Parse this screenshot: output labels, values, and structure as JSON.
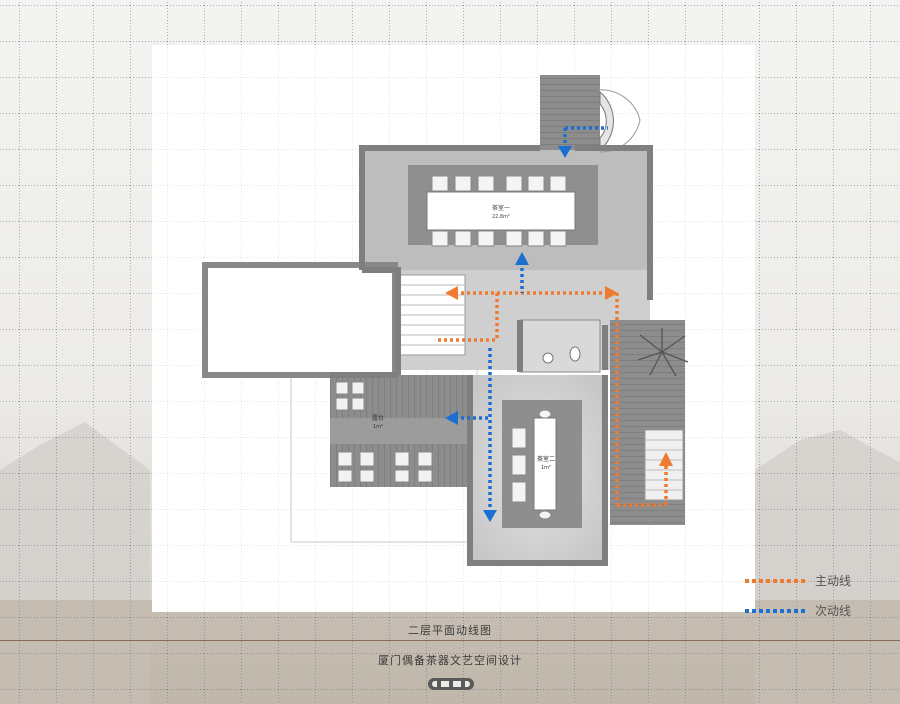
{
  "plan": {
    "rooms": [
      {
        "name": "茶室一",
        "area": "22.8m²"
      },
      {
        "name": "露台",
        "area": "1m²"
      },
      {
        "name": "茶室二",
        "area": "1m²"
      }
    ]
  },
  "legend": {
    "primary": {
      "label": "主动线",
      "color": "#ee7b30"
    },
    "secondary": {
      "label": "次动线",
      "color": "#1a6fd0"
    }
  },
  "caption": {
    "plan_title": "二层平面动线图",
    "project_title": "厦门偶备茶器文艺空间设计"
  },
  "colors": {
    "wall": "#8e8e8e",
    "floor_dark": "#9a9a9a",
    "floor_light": "#d6d6d6",
    "deck": "#8a8a8a",
    "accent_rule": "#8a6b58"
  }
}
